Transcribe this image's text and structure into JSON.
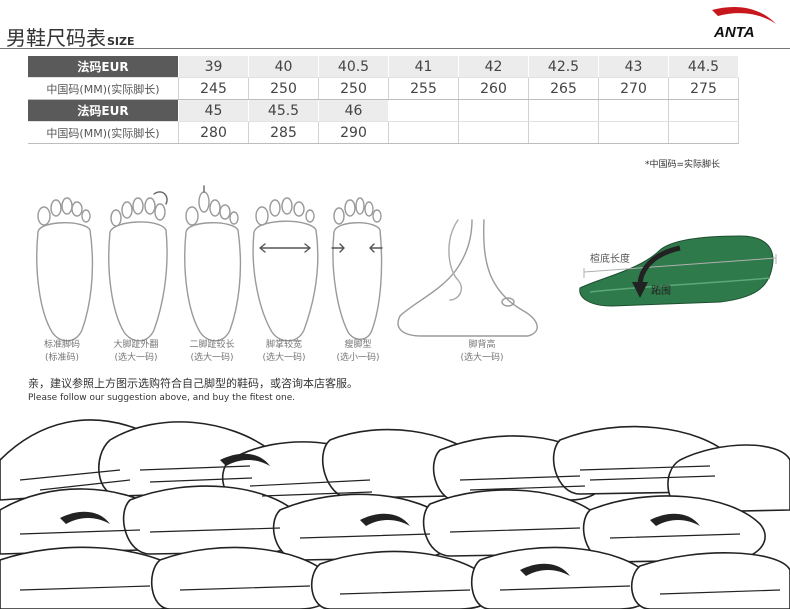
{
  "header": {
    "title": "男鞋尺码表",
    "title_suffix": "SIZE",
    "brand": "ANTA",
    "brand_color": "#c8161d"
  },
  "size_table": {
    "row_label_eur": "法码EUR",
    "row_label_cn": "中国码(MM)(实际脚长)",
    "block1": {
      "eur": [
        "39",
        "40",
        "40.5",
        "41",
        "42",
        "42.5",
        "43",
        "44.5"
      ],
      "cn": [
        "245",
        "250",
        "250",
        "255",
        "260",
        "265",
        "270",
        "275"
      ]
    },
    "block2": {
      "eur": [
        "45",
        "45.5",
        "46",
        "",
        "",
        "",
        "",
        ""
      ],
      "cn": [
        "280",
        "285",
        "290",
        "",
        "",
        "",
        "",
        ""
      ]
    }
  },
  "note": "*中国码=实际脚长",
  "foot_types": [
    {
      "name": "标准脚码",
      "advice": "(标准码)"
    },
    {
      "name": "大脚趾外翻",
      "advice": "(选大一码)"
    },
    {
      "name": "二脚趾较长",
      "advice": "(选大一码)"
    },
    {
      "name": "脚掌较宽",
      "advice": "(选大一码)"
    },
    {
      "name": "瘦脚型",
      "advice": "(选小一码)"
    },
    {
      "name": "脚背高",
      "advice": "(选大一码)"
    }
  ],
  "last_labels": {
    "length": "楦底长度",
    "girth": "跖围"
  },
  "tips": {
    "cn": "亲，建议参照上方图示选购符合自己脚型的鞋码，或咨询本店客服。",
    "en": "Please follow our suggestion above, and buy the fitest one."
  },
  "colors": {
    "header_cell": "#5a5a5a",
    "eur_cell": "#ececec",
    "last_green": "#2f7a4a"
  }
}
